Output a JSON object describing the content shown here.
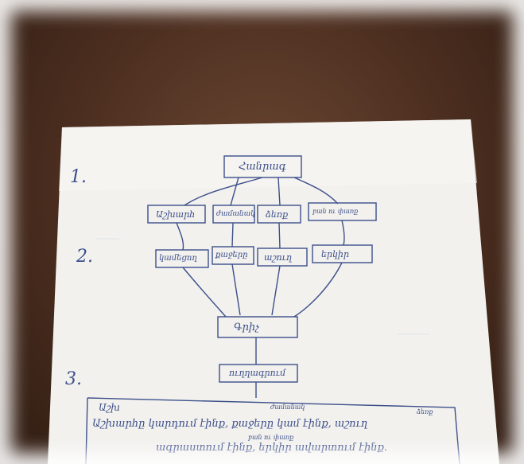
{
  "photo": {
    "subject": "handwritten hierarchy diagram on paper",
    "colors": {
      "ink": "#3c4f8a",
      "paper": "#f2f1ee",
      "table": "#4a2d1f"
    }
  },
  "levels": {
    "one": "1.",
    "two": "2.",
    "three": "3."
  },
  "nodes": {
    "root": "Հանրագ",
    "row1": [
      "Աշխարհ",
      "ժամանակ",
      "ձեռք",
      "բան ու փառք"
    ],
    "row2": [
      "կամեցող",
      "քաջերը",
      "աշուղ",
      "երկիր"
    ],
    "center": "Գրիչ",
    "bottom": "ուղղագրում"
  },
  "note": {
    "heading": "Աշխ",
    "line1": "Աշխարհը կարդում էինք, քաջերը կամ էինք, աշուղ",
    "line2": "ագրաստում էինք, երկիր ավարտում էինք.",
    "above1": "ժամանակ",
    "above2": "ձեռք",
    "above3": "բան ու փառք"
  }
}
